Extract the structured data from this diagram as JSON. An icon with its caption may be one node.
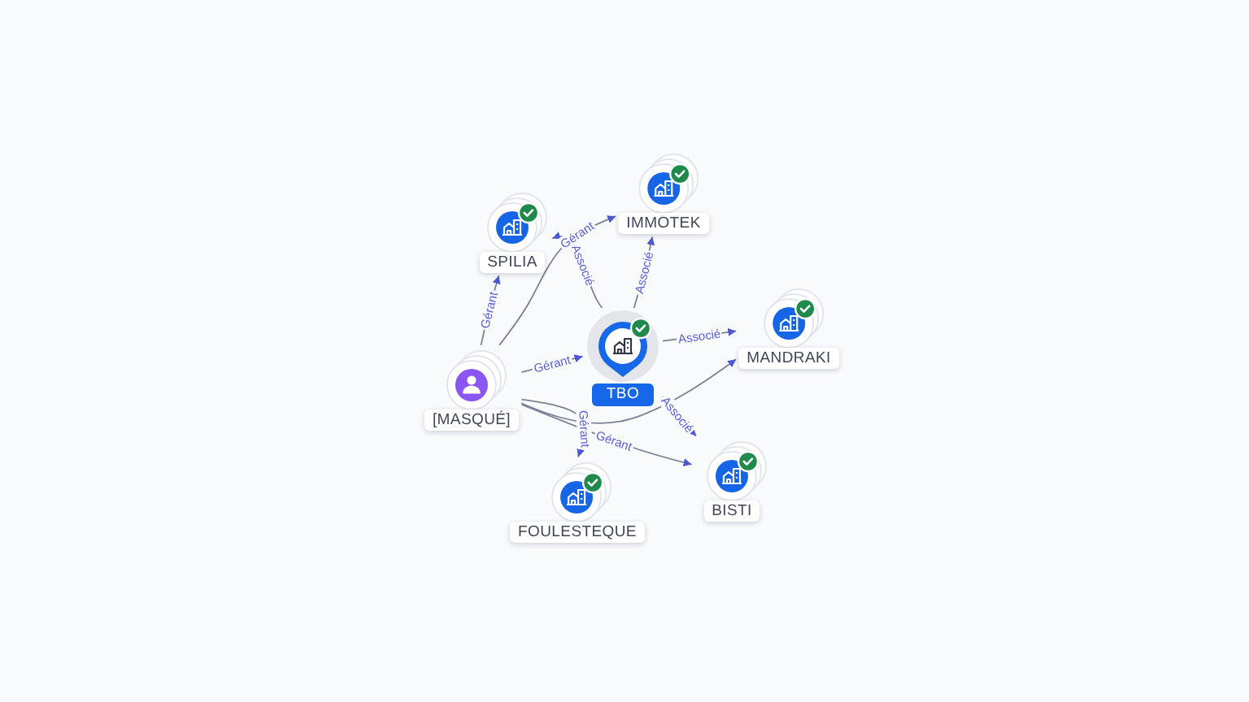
{
  "diagram": {
    "nodes": [
      {
        "text": [
          "TBO"
        ]
      },
      {
        "text": [
          "IMMOTEK"
        ]
      },
      {
        "text": [
          "SPILIA"
        ]
      },
      {
        "text": [
          "MANDRAKI"
        ]
      },
      {
        "text": [
          "[MASQUÉ]"
        ]
      },
      {
        "text": [
          "FOULESTEQUE"
        ]
      },
      {
        "text": [
          "BISTI"
        ]
      }
    ],
    "edges": [
      {
        "from": 4,
        "to": 0,
        "arrow": "to",
        "label": "Gérant"
      },
      {
        "from": 0,
        "to": 1,
        "arrow": "to",
        "label": "Associé"
      },
      {
        "from": 0,
        "to": 2,
        "arrow": "to",
        "label": "Associé"
      },
      {
        "from": 0,
        "to": 3,
        "arrow": "to",
        "label": "Associé"
      },
      {
        "from": 0,
        "to": 6,
        "arrow": "to",
        "label": "Associé"
      },
      {
        "from": 4,
        "to": 2,
        "arrow": "to",
        "label": "Gérant"
      },
      {
        "from": 4,
        "to": 1,
        "arrow": "to",
        "label": "Gérant"
      },
      {
        "from": 4,
        "to": 5,
        "arrow": "to",
        "label": "Gérant"
      },
      {
        "from": 4,
        "to": 6,
        "arrow": "to",
        "label": "Gérant"
      },
      {
        "from": 4,
        "to": 3,
        "arrow": "to"
      }
    ]
  }
}
